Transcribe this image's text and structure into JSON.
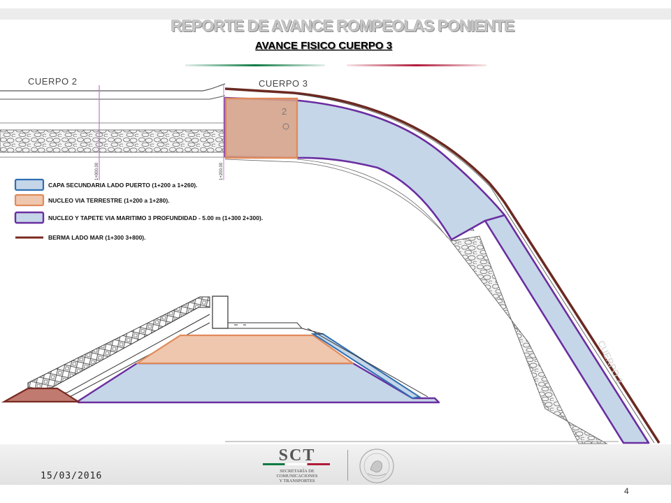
{
  "header": {
    "title": "REPORTE  DE AVANCE ROMPEOLAS PONIENTE",
    "subtitle": "AVANCE FISICO CUERPO 3"
  },
  "plan": {
    "label_cuerpo2": "CUERPO  2",
    "label_cuerpo3": "CUERPO  3",
    "label_cuerpo3_faded": "CUERPO  3",
    "station_1": "1+000.00",
    "station_2": "1+200.00",
    "block_digit": "2"
  },
  "legend": [
    {
      "label": "CAPA SECUNDARIA LADO PUERTO (1+200 a 1+260).",
      "fill": "#c5d6e8",
      "stroke": "#2f6fb4"
    },
    {
      "label": "NUCLEO VIA TERRESTRE (1+200 a 1+280).",
      "fill": "#efc7ae",
      "stroke": "#e08a5a"
    },
    {
      "label": "NUCLEO Y TAPETE VIA MARITIMO 3 PROFUNDIDAD - 5.00 m (1+300 2+300).",
      "fill": "#c5d6e8",
      "stroke": "#6a2ea0"
    },
    {
      "label": "BERMA LADO MAR  (1+300 3+800).",
      "fill": "none",
      "stroke": "#7a2a22"
    }
  ],
  "colors": {
    "secondary_layer": "#2f6fb4",
    "land_core": "#e08a5a",
    "sea_core": "#6a2ea0",
    "berm": "#7a2a22",
    "fill_blue": "#c5d6e8",
    "fill_orange": "#efc7ae"
  },
  "footer": {
    "date": "15/03/2016",
    "page_number": "4",
    "logo_text": "SCT",
    "logo_line1": "SECRETARÍA DE",
    "logo_line2": "COMUNICACIONES",
    "logo_line3": "Y TRANSPORTES",
    "seal_icon": "mexican-coat-of-arms-icon"
  }
}
